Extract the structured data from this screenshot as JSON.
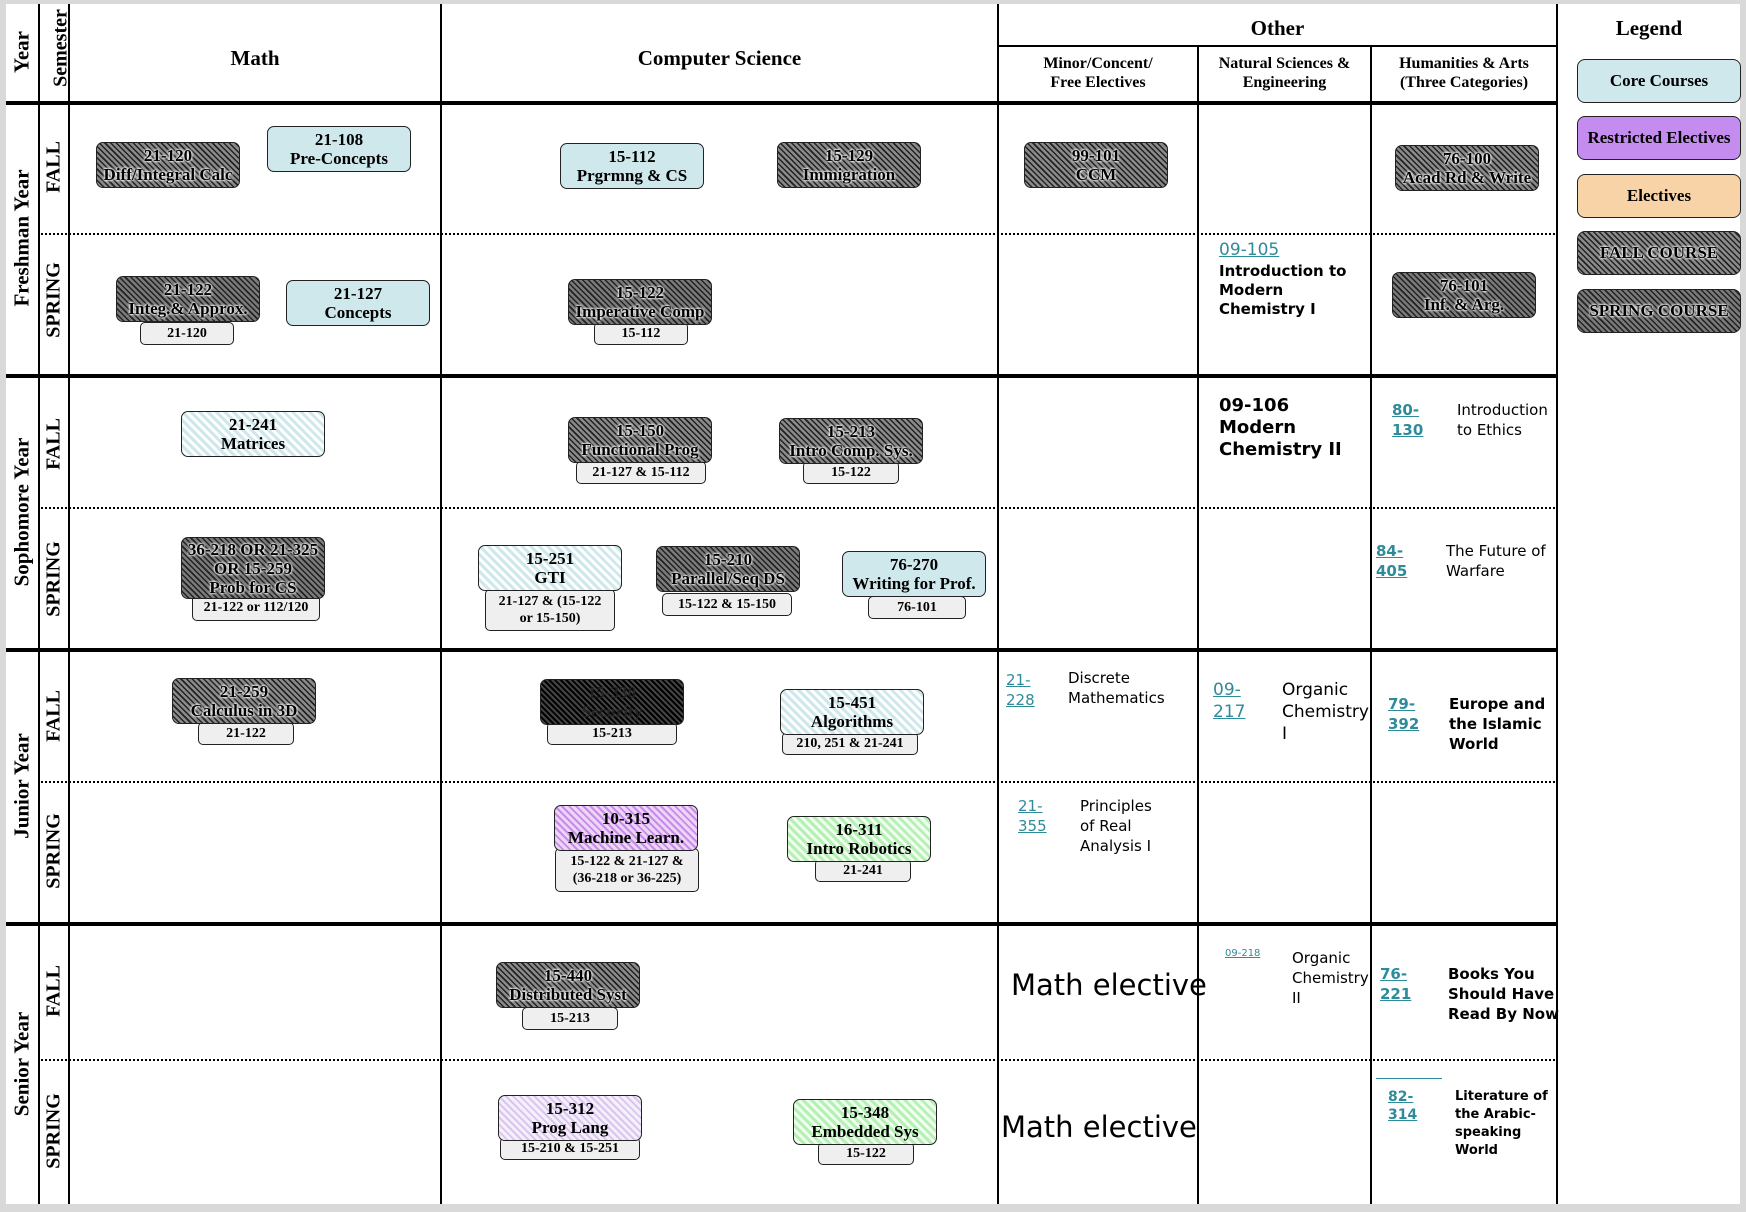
{
  "headers": {
    "year": "Year",
    "semester": "Semester",
    "math": "Math",
    "cs": "Computer Science",
    "other": "Other",
    "minor": [
      "Minor/Concent/",
      "Free Electives"
    ],
    "natsci": [
      "Natural Sciences &",
      "Engineering"
    ],
    "hum": [
      "Humanities & Arts",
      "(Three Categories)"
    ],
    "legend": "Legend"
  },
  "years": [
    "Freshman Year",
    "Sophomore Year",
    "Junior Year",
    "Senior Year"
  ],
  "semesters": {
    "fall": "FALL",
    "spring": "SPRING"
  },
  "legend": [
    "Core Courses",
    "Restricted Electives",
    "Electives",
    "FALL COURSE",
    "SPRING COURSE"
  ],
  "legend_colors": {
    "core": "#cfe8ec",
    "restricted": "#c58cf0",
    "electives": "#f8d3a8"
  },
  "courses": {
    "m1": [
      "21-120",
      "Diff/Integral Calc"
    ],
    "m2": [
      "21-108",
      "Pre-Concepts"
    ],
    "m3": [
      "21-122",
      "Integ.& Approx."
    ],
    "m3p": [
      "21-120"
    ],
    "m4": [
      "21-127",
      "Concepts"
    ],
    "m5": [
      "21-241",
      "Matrices"
    ],
    "m6": [
      "36-218 OR 21-325",
      "OR 15-259",
      "Prob for CS"
    ],
    "m6p": [
      "21-122 or 112/120"
    ],
    "m7": [
      "21-259",
      "Calculus in 3D"
    ],
    "m7p": [
      "21-122"
    ],
    "c1": [
      "15-112",
      "Prgrmng & CS"
    ],
    "c2": [
      "15-129",
      "Immigration"
    ],
    "c3": [
      "15-122",
      "Imperative Comp"
    ],
    "c3p": [
      "15-112"
    ],
    "c4": [
      "15-150",
      "Functional Prog"
    ],
    "c4p": [
      "21-127 & 15-112"
    ],
    "c5": [
      "15-213",
      "Intro Comp. Sys."
    ],
    "c5p": [
      "15-122"
    ],
    "c6": [
      "15-251",
      "GTI"
    ],
    "c6p": [
      "21-127 & (15-122",
      "or 15-150)"
    ],
    "c7": [
      "15-210",
      "Parallel/Seq DS"
    ],
    "c7p": [
      "15-122 & 15-150"
    ],
    "c8": [
      "76-270",
      "Writing for Prof."
    ],
    "c8p": [
      "76-101"
    ],
    "c9": [
      "15-330",
      "Security"
    ],
    "c9p": [
      "15-213"
    ],
    "c10": [
      "15-451",
      "Algorithms"
    ],
    "c10p": [
      "210, 251 & 21-241"
    ],
    "c11": [
      "10-315",
      "Machine Learn."
    ],
    "c11p": [
      "15-122 & 21-127 &",
      "(36-218 or 36-225)"
    ],
    "c12": [
      "16-311",
      "Intro Robotics"
    ],
    "c12p": [
      "21-241"
    ],
    "c13": [
      "15-440",
      "Distributed Syst"
    ],
    "c13p": [
      "15-213"
    ],
    "c14": [
      "15-312",
      "Prog Lang"
    ],
    "c14p": [
      "15-210 & 15-251"
    ],
    "c15": [
      "15-348",
      "Embedded Sys"
    ],
    "c15p": [
      "15-122"
    ],
    "o1": [
      "99-101",
      "CCM"
    ],
    "h1": [
      "76-100",
      "Acad Rd & Write"
    ],
    "h2": [
      "76-101",
      "Inf. & Arg."
    ]
  },
  "notes": {
    "chem1_code": "09-105",
    "chem1_name": [
      "Introduction to",
      "Modern",
      "Chemistry I"
    ],
    "chem2": [
      "09-106",
      "Modern",
      "Chemistry II"
    ],
    "ethics_code": [
      "80-",
      "130"
    ],
    "ethics_name": [
      "Introduction",
      "to Ethics"
    ],
    "warfare_code": [
      "84-",
      "405"
    ],
    "warfare_name": [
      "The Future of",
      "Warfare"
    ],
    "discrete_code": [
      "21-",
      "228"
    ],
    "discrete_name": [
      "Discrete",
      "Mathematics"
    ],
    "orgchem_code": [
      "09-",
      "217"
    ],
    "orgchem_name": [
      "Organic",
      "Chemistry",
      "I"
    ],
    "europe_code": [
      "79-",
      "392"
    ],
    "europe_name": [
      "Europe and",
      "the Islamic",
      "World"
    ],
    "analysis_code": [
      "21-",
      "355"
    ],
    "analysis_name": [
      "Principles",
      "of Real",
      "Analysis I"
    ],
    "orgchem2_code": "09-218",
    "orgchem2_name": [
      "Organic",
      "Chemistry",
      "II"
    ],
    "books_code": [
      "76-",
      "221"
    ],
    "books_name": [
      "Books You",
      "Should Have",
      "Read By Now"
    ],
    "arabic_code": [
      "82-",
      "314"
    ],
    "arabic_name": [
      "Literature of",
      "the Arabic-",
      "speaking",
      "World"
    ],
    "math_elective_1": "Math elective",
    "math_elective_2": "Math elective"
  }
}
